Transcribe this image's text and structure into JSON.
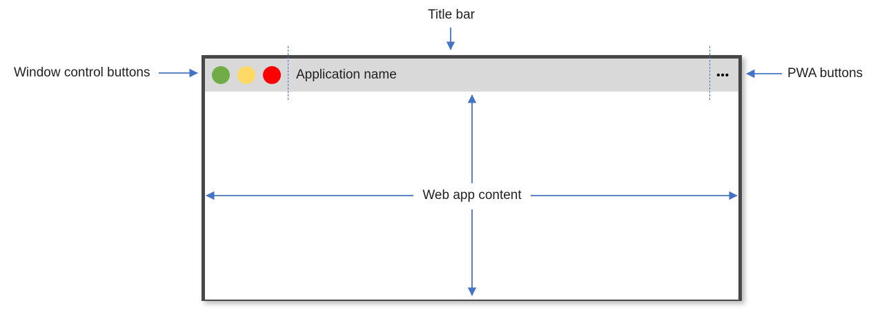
{
  "window": {
    "application_name": "Application name",
    "pwa_menu_glyph": "•••"
  },
  "annotations": {
    "title_bar": "Title bar",
    "window_control_buttons": "Window control buttons",
    "pwa_buttons": "PWA buttons",
    "web_app_content": "Web app content"
  },
  "colors": {
    "annotation_blue": "#4472C4",
    "window_border": "#474747",
    "title_bar_background": "#D9D9D9",
    "control_green": "#70AD47",
    "control_yellow": "#FFD966",
    "control_red": "#FF0000",
    "text": "#1F1F1F"
  }
}
